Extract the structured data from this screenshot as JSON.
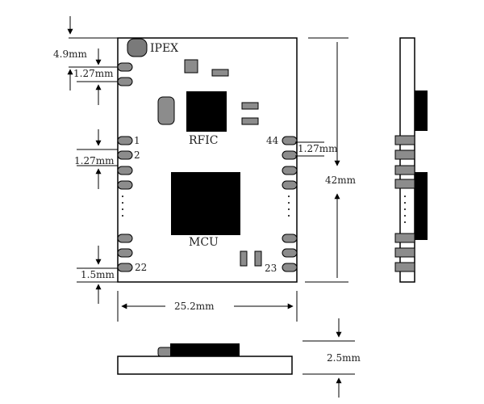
{
  "labels": {
    "ipex": "IPEX",
    "rfic": "RFIC",
    "mcu": "MCU"
  },
  "pins": {
    "p1": "1",
    "p2": "2",
    "p22": "22",
    "p23": "23",
    "p44": "44"
  },
  "dimensions": {
    "top_offset": "4.9mm",
    "pitch_left_top": "1.27mm",
    "pitch_left_mid": "1.27mm",
    "pitch_right": "1.27mm",
    "bottom_offset": "1.5mm",
    "width": "25.2mm",
    "height": "42mm",
    "thickness": "2.5mm"
  },
  "colors": {
    "pad": "#8c8c8c",
    "chip": "#000000",
    "ipex": "#7a7a7a",
    "outline": "#000000"
  }
}
